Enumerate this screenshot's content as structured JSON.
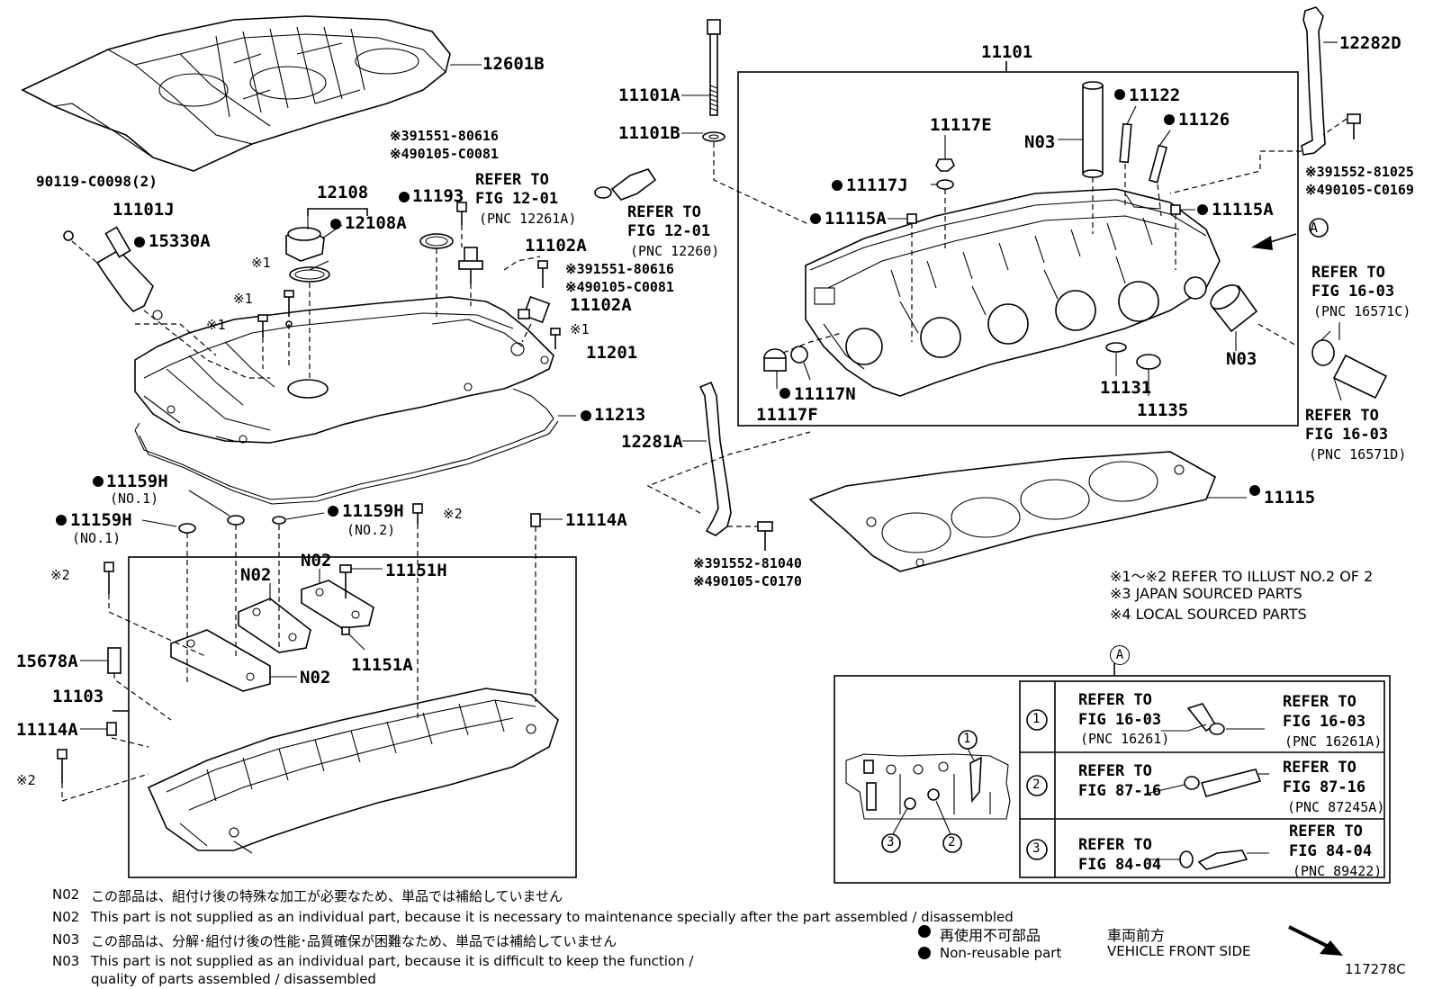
{
  "parts": {
    "p12601B": "12601B",
    "p90119": "90119-C0098(2)",
    "p11101J": "11101J",
    "p15330A": "15330A",
    "p12108": "12108",
    "p12108A": "12108A",
    "p11193": "11193",
    "p391551_80616a": "※391551-80616",
    "p490105_C0081a": "※490105-C0081",
    "refer_to_a": "REFER TO",
    "fig12_01a": "FIG 12-01",
    "pnc12261A": "(PNC 12261A)",
    "refer_to_b": "REFER TO",
    "fig12_01b": "FIG 12-01",
    "pnc12260": "(PNC 12260)",
    "p11102A_a": "11102A",
    "p391551_80616b": "※391551-80616",
    "p490105_C0081b": "※490105-C0081",
    "p11102A_b": "11102A",
    "mark1_a": "※1",
    "mark1_b": "※1",
    "mark1_c": "※1",
    "mark1_d": "※1",
    "p11201": "11201",
    "p11213": "11213",
    "p11101A": "11101A",
    "p11101B": "11101B",
    "p11101": "11101",
    "p11122": "11122",
    "p11126": "11126",
    "p11117E": "11117E",
    "pN03a": "N03",
    "p11117J": "11117J",
    "p11115A_a": "11115A",
    "p11115A_b": "11115A",
    "p11117N": "11117N",
    "p11117F": "11117F",
    "p11131": "11131",
    "p11135": "11135",
    "pN03b": "N03",
    "p12282D": "12282D",
    "p391552_81025": "※391552-81025",
    "p490105_C0169": "※490105-C0169",
    "refer_to_c": "REFER TO",
    "fig16_03c": "FIG 16-03",
    "pnc16571C": "(PNC 16571C)",
    "refer_to_d": "REFER TO",
    "fig16_03d": "FIG 16-03",
    "pnc16571D": "(PNC 16571D)",
    "p12281A": "12281A",
    "p11115": "11115",
    "p391552_81040": "※391552-81040",
    "p490105_C0170": "※490105-C0170",
    "p11159H_a": "11159H",
    "no1_a": "(NO.1)",
    "p11159H_b": "11159H",
    "no1_b": "(NO.1)",
    "p11159H_c": "11159H",
    "no2": "(NO.2)",
    "mark2_a": "※2",
    "mark2_b": "※2",
    "mark2_c": "※2",
    "p11114A_a": "11114A",
    "p11114A_b": "11114A",
    "pN02a": "N02",
    "pN02b": "N02",
    "pN02c": "N02",
    "p11151H": "11151H",
    "p11151A": "11151A",
    "p15678A": "15678A",
    "p11103": "11103",
    "circleA_a": "A",
    "circleA_b": "A"
  },
  "remarks": {
    "r1": "※1～※2  REFER TO ILLUST NO.2 OF 2",
    "r2": "※3 JAPAN SOURCED PARTS",
    "r3": "※4 LOCAL SOURCED PARTS"
  },
  "detail_table": {
    "rows": [
      {
        "num": "1",
        "left1": "REFER TO",
        "left2": "FIG 16-03",
        "left3": "(PNC 16261)",
        "right1": "REFER TO",
        "right2": "FIG 16-03",
        "right3": "(PNC 16261A)"
      },
      {
        "num": "2",
        "left1": "REFER TO",
        "left2": "FIG 87-16",
        "left3": "",
        "right1": "REFER TO",
        "right2": "FIG 87-16",
        "right3": "(PNC 87245A)"
      },
      {
        "num": "3",
        "left1": "REFER TO",
        "left2": "FIG 84-04",
        "left3": "",
        "right1": "REFER TO",
        "right2": "FIG 84-04",
        "right3": "(PNC 89422)"
      }
    ],
    "inset_callouts": [
      "1",
      "3",
      "2"
    ]
  },
  "notes": {
    "n1_code": "N02",
    "n1_text": "この部品は、組付け後の特殊な加工が必要なため、単品では補給していません",
    "n2_code": "N02",
    "n2_text": "This part is not supplied as an individual part, because it is necessary to maintenance specially after the part assembled / disassembled",
    "n3_code": "N03",
    "n3_text": "この部品は、分解･組付け後の性能･品質確保が困難なため、単品では補給していません",
    "n4_code": "N03",
    "n4_text": "This part is not supplied as an individual part, because it is difficult to keep the function /",
    "n4_text2": "quality of parts  assembled / disassembled"
  },
  "legend": {
    "jp": "再使用不可部品",
    "en": "Non-reusable part",
    "front_jp": "車両前方",
    "front_en": "VEHICLE FRONT SIDE",
    "illus_no": "117278C"
  }
}
